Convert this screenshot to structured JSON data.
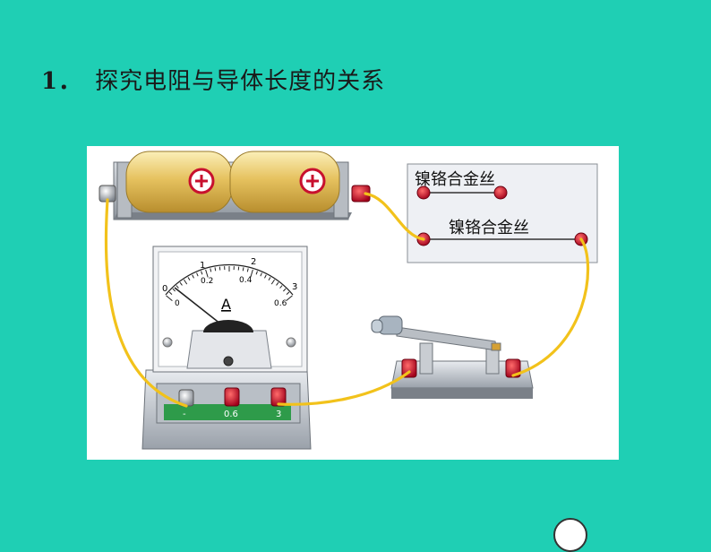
{
  "slide": {
    "title_number": "1．",
    "title_text": "探究电阻与导体长度的关系"
  },
  "diagram": {
    "wire_board": {
      "short_wire_label": "镍铬合金丝",
      "long_wire_label": "镍铬合金丝"
    },
    "ammeter": {
      "unit_label": "A",
      "top_scale_ticks": [
        "0",
        "1",
        "2",
        "3"
      ],
      "bottom_scale_ticks": [
        "0",
        "0.2",
        "0.4",
        "0.6"
      ],
      "terminal_labels": [
        "-",
        "0.6",
        "3"
      ]
    },
    "colors": {
      "background": "#1fcfb4",
      "battery": "#e9c96a",
      "terminal_red": "#c8102e",
      "wire": "#f2c21b",
      "meter_green": "#2e9b4a"
    }
  }
}
